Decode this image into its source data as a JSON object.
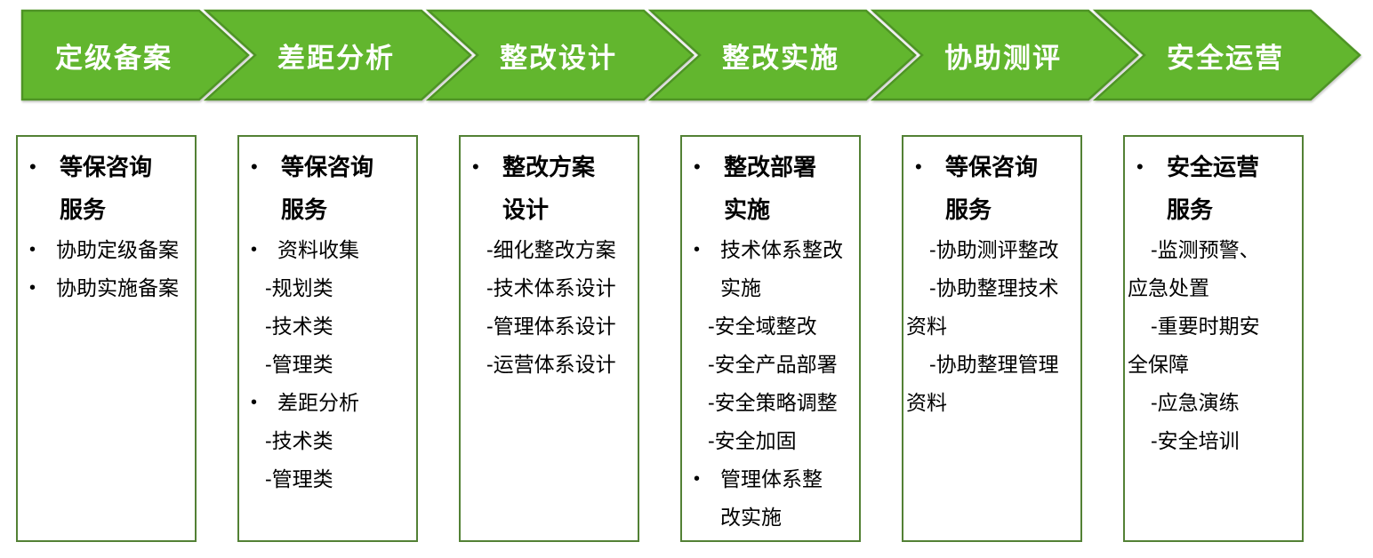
{
  "process": {
    "bullet_char": "•",
    "colors": {
      "arrow_fill": "#62b62e",
      "arrow_stroke": "#4e9425",
      "label_text": "#ffffff",
      "box_border": "#538135",
      "body_text": "#000000",
      "background": "#ffffff"
    },
    "steps": [
      {
        "label": "定级备案",
        "items": [
          {
            "style": "header",
            "text": "等保咨询\n服务"
          },
          {
            "style": "bullet",
            "text": "协助定级备案"
          },
          {
            "style": "bullet",
            "text": "协助实施备案"
          }
        ]
      },
      {
        "label": "差距分析",
        "items": [
          {
            "style": "header",
            "text": "等保咨询\n服务"
          },
          {
            "style": "bullet",
            "text": "资料收集"
          },
          {
            "style": "dash",
            "text": "-规划类"
          },
          {
            "style": "dash",
            "text": "-技术类"
          },
          {
            "style": "dash",
            "text": "-管理类"
          },
          {
            "style": "bullet",
            "text": "差距分析"
          },
          {
            "style": "dash",
            "text": "-技术类"
          },
          {
            "style": "dash",
            "text": "-管理类"
          }
        ]
      },
      {
        "label": "整改设计",
        "items": [
          {
            "style": "header",
            "text": "整改方案\n设计"
          },
          {
            "style": "dash",
            "text": "-细化整改方案"
          },
          {
            "style": "dash",
            "text": "-技术体系设计"
          },
          {
            "style": "dash",
            "text": "-管理体系设计"
          },
          {
            "style": "dash",
            "text": "-运营体系设计"
          }
        ]
      },
      {
        "label": "整改实施",
        "items": [
          {
            "style": "header",
            "text": "整改部署\n实施"
          },
          {
            "style": "bullet",
            "text": "技术体系整改\n实施"
          },
          {
            "style": "dash",
            "text": "-安全域整改"
          },
          {
            "style": "dash",
            "text": "-安全产品部署"
          },
          {
            "style": "dash",
            "text": "-安全策略调整"
          },
          {
            "style": "dash",
            "text": "-安全加固"
          },
          {
            "style": "bullet",
            "text": "管理体系整\n改实施"
          }
        ]
      },
      {
        "label": "协助测评",
        "items": [
          {
            "style": "header",
            "text": "等保咨询\n服务"
          },
          {
            "style": "dash",
            "text": "-协助测评整改"
          },
          {
            "style": "dash",
            "text": "-协助整理技术\n资料"
          },
          {
            "style": "dash",
            "text": "-协助整理管理\n资料"
          }
        ]
      },
      {
        "label": "安全运营",
        "items": [
          {
            "style": "header",
            "text": "安全运营\n服务"
          },
          {
            "style": "dash",
            "text": "-监测预警、\n应急处置"
          },
          {
            "style": "dash",
            "text": "-重要时期安\n全保障"
          },
          {
            "style": "dash",
            "text": "-应急演练"
          },
          {
            "style": "dash",
            "text": "-安全培训"
          }
        ]
      }
    ]
  }
}
